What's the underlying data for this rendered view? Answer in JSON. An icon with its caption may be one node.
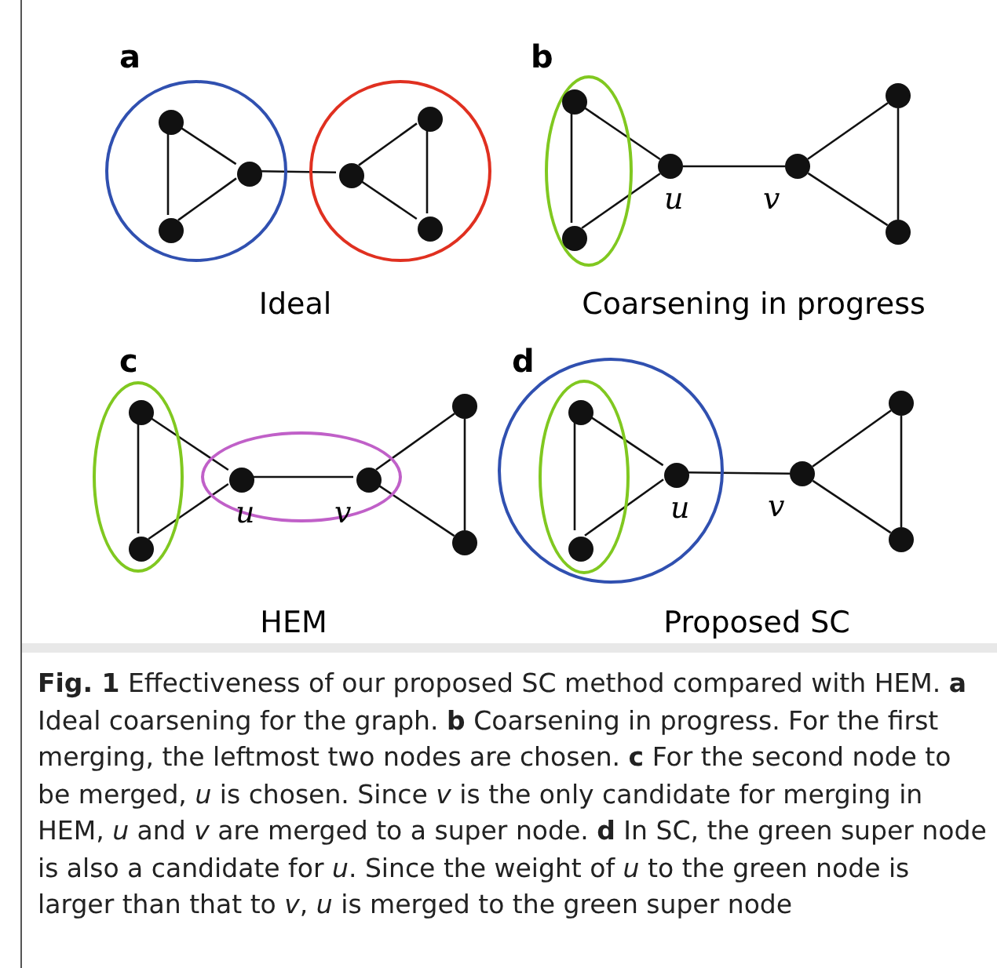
{
  "diagram": {
    "caption": "**Fig. 1** Effectiveness of our proposed SC method compared with HEM. **a** Ideal coarsening for the graph. **b** Coarsening in progress. For the first merging, the leftmost two nodes are chosen. **c** For the second node to be merged, *u* is chosen. Since *v* is the only candidate for merging in HEM, *u* and *v* are merged to a super node. **d** In SC, the green super node is also a candidate for *u*. Since the weight of *u* to the green node is larger than that to *v*, *u* is merged to the green super node",
    "nodes": [
      {
        "text": [],
        "shape": "circle"
      },
      {
        "text": [],
        "shape": "dot",
        "in": 0
      },
      {
        "text": [],
        "shape": "dot",
        "in": 0
      },
      {
        "text": [],
        "shape": "dot",
        "in": 0
      },
      {
        "text": [],
        "shape": "circle"
      },
      {
        "text": [],
        "shape": "dot",
        "in": 4
      },
      {
        "text": [],
        "shape": "dot",
        "in": 4
      },
      {
        "text": [],
        "shape": "dot",
        "in": 4
      },
      {
        "text": [],
        "shape": "ellipse"
      },
      {
        "text": [],
        "shape": "dot",
        "in": 8
      },
      {
        "text": [],
        "shape": "dot",
        "in": 8
      },
      {
        "text": [],
        "shape": "dot",
        "beside": [
          "u"
        ]
      },
      {
        "text": [],
        "shape": "dot",
        "beside": [
          "v"
        ]
      },
      {
        "text": [],
        "shape": "dot"
      },
      {
        "text": [],
        "shape": "dot"
      },
      {
        "text": [],
        "shape": "ellipse"
      },
      {
        "text": [],
        "shape": "dot",
        "in": 15
      },
      {
        "text": [],
        "shape": "dot",
        "in": 15
      },
      {
        "text": [],
        "shape": "ellipse"
      },
      {
        "text": [],
        "shape": "dot",
        "in": 18,
        "beside": [
          "u"
        ]
      },
      {
        "text": [],
        "shape": "dot",
        "in": 18,
        "beside": [
          "v"
        ]
      },
      {
        "text": [],
        "shape": "dot"
      },
      {
        "text": [],
        "shape": "dot"
      },
      {
        "text": [],
        "shape": "circle"
      },
      {
        "text": [],
        "shape": "ellipse",
        "in": 23
      },
      {
        "text": [],
        "shape": "dot",
        "in": 24
      },
      {
        "text": [],
        "shape": "dot",
        "in": 24
      },
      {
        "text": [],
        "shape": "dot",
        "in": 23,
        "beside": [
          "u"
        ]
      },
      {
        "text": [],
        "shape": "dot",
        "beside": [
          "v"
        ]
      },
      {
        "text": [],
        "shape": "dot"
      },
      {
        "text": [],
        "shape": "dot"
      }
    ],
    "edges": [
      {
        "from": 1,
        "to": 2,
        "arrow": "none"
      },
      {
        "from": 1,
        "to": 3,
        "arrow": "none"
      },
      {
        "from": 2,
        "to": 3,
        "arrow": "none"
      },
      {
        "from": 3,
        "to": 5,
        "arrow": "none"
      },
      {
        "from": 5,
        "to": 6,
        "arrow": "none"
      },
      {
        "from": 5,
        "to": 7,
        "arrow": "none"
      },
      {
        "from": 6,
        "to": 7,
        "arrow": "none"
      },
      {
        "from": 9,
        "to": 10,
        "arrow": "none"
      },
      {
        "from": 9,
        "to": 11,
        "arrow": "none"
      },
      {
        "from": 10,
        "to": 11,
        "arrow": "none"
      },
      {
        "from": 11,
        "to": 12,
        "arrow": "none"
      },
      {
        "from": 12,
        "to": 13,
        "arrow": "none"
      },
      {
        "from": 12,
        "to": 14,
        "arrow": "none"
      },
      {
        "from": 13,
        "to": 14,
        "arrow": "none"
      },
      {
        "from": 16,
        "to": 17,
        "arrow": "none"
      },
      {
        "from": 16,
        "to": 19,
        "arrow": "none"
      },
      {
        "from": 17,
        "to": 19,
        "arrow": "none"
      },
      {
        "from": 19,
        "to": 20,
        "arrow": "none"
      },
      {
        "from": 20,
        "to": 21,
        "arrow": "none"
      },
      {
        "from": 20,
        "to": 22,
        "arrow": "none"
      },
      {
        "from": 21,
        "to": 22,
        "arrow": "none"
      },
      {
        "from": 25,
        "to": 26,
        "arrow": "none"
      },
      {
        "from": 25,
        "to": 27,
        "arrow": "none"
      },
      {
        "from": 26,
        "to": 27,
        "arrow": "none"
      },
      {
        "from": 27,
        "to": 28,
        "arrow": "none"
      },
      {
        "from": 28,
        "to": 29,
        "arrow": "none"
      },
      {
        "from": 28,
        "to": 30,
        "arrow": "none"
      },
      {
        "from": 29,
        "to": 30,
        "arrow": "none"
      }
    ],
    "labels": [
      "a",
      "b",
      "Ideal",
      "Coarsening in progress",
      "c",
      "d",
      "HEM",
      "Proposed SC"
    ]
  }
}
